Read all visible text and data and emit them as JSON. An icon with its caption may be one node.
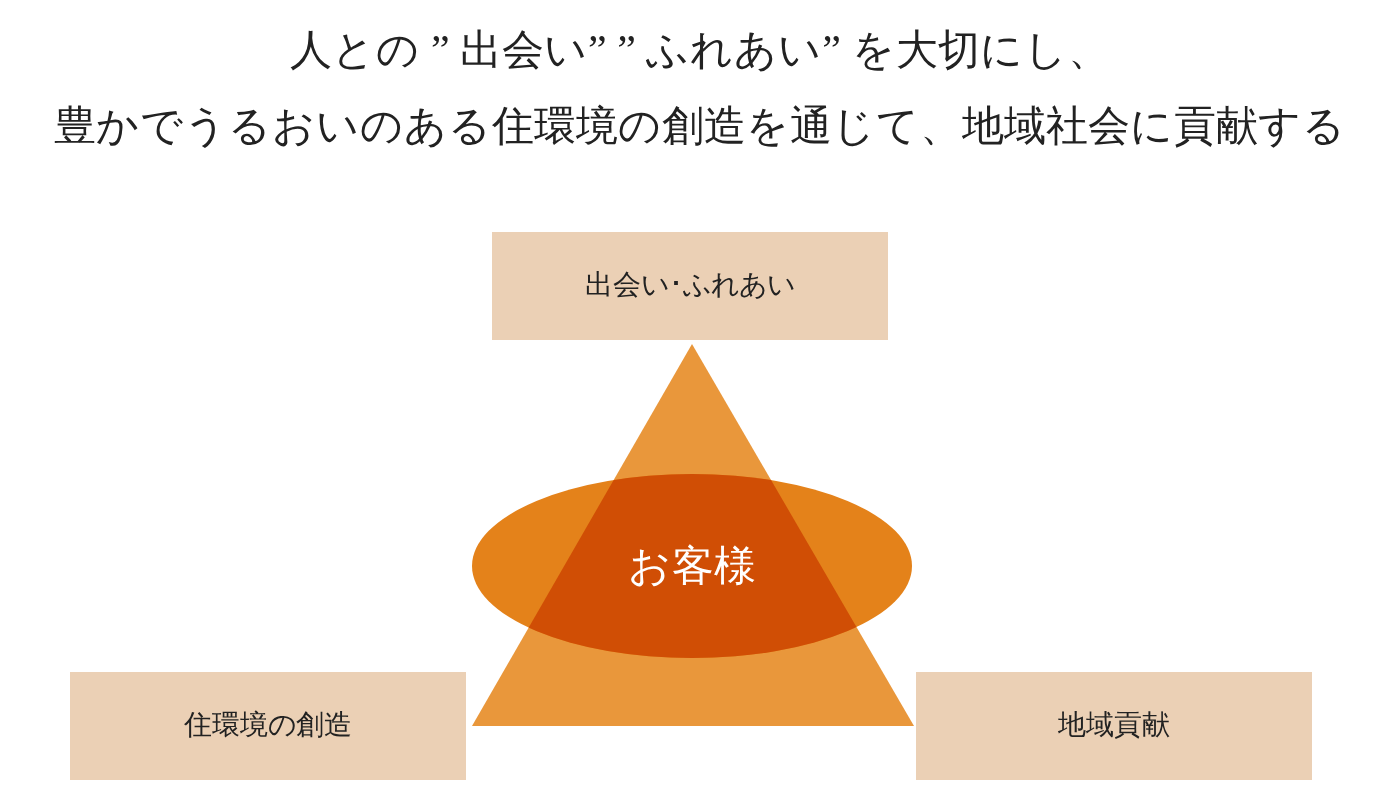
{
  "diagram": {
    "title": "人との ” 出会い” ” ふれあい” を大切にし、豊かでうるおいのある住環境の創造を通じて、地域社会に貢献する",
    "nodes": [
      {
        "text": [
          "出会い･ふれあい"
        ]
      },
      {
        "text": [],
        "shape": "triangle"
      },
      {
        "text": [
          "お客様"
        ]
      },
      {
        "text": [
          "住環境の創造"
        ]
      },
      {
        "text": [
          "地域貢献"
        ]
      }
    ]
  }
}
